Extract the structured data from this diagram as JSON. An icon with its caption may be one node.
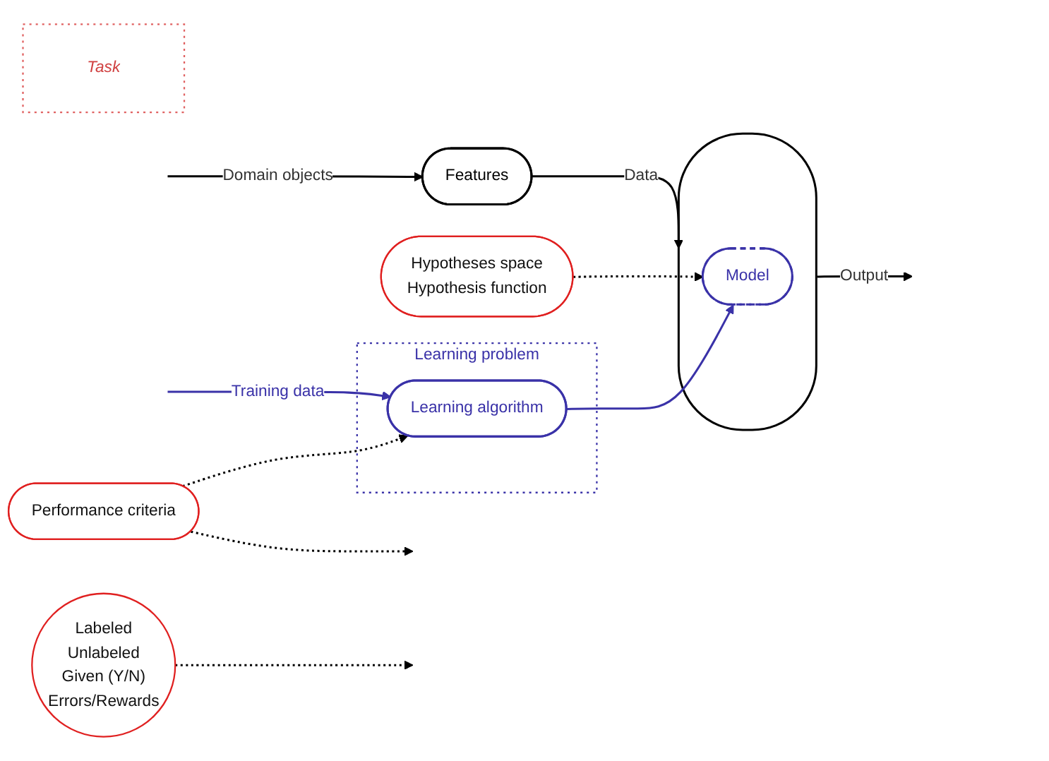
{
  "diagram": {
    "nodes": [
      {
        "text": [
          "Hypotheses space",
          "Hypothesis function"
        ]
      },
      {
        "text": [
          "Task"
        ]
      },
      {
        "text": [
          "Learning problem"
        ]
      },
      {
        "text": [
          "Features"
        ]
      },
      {
        "text": [],
        "shape": "ellipse"
      },
      {
        "text": [
          "Model"
        ],
        "in": 4
      },
      {
        "text": [
          "Learning algorithm"
        ],
        "in": 2
      },
      {
        "text": [
          "Labeled",
          "Unlabeled",
          "Given (Y/N)",
          "Errors/Rewards"
        ]
      },
      {
        "text": [
          "Performance criteria"
        ]
      }
    ],
    "edges": [
      {
        "from": null,
        "to": 3,
        "arrow": "to",
        "label": "Domain objects"
      },
      {
        "from": 3,
        "to": 4,
        "arrow": "to",
        "label": "Data"
      },
      {
        "from": 4,
        "to": null,
        "arrow": "to",
        "label": "Output"
      },
      {
        "from": null,
        "to": 6,
        "arrow": "to",
        "label": "Training data",
        "color": "#3a32a8"
      },
      {
        "from": 6,
        "to": 5,
        "arrow": "to",
        "color": "#3a32a8"
      },
      {
        "from": 0,
        "to": 5,
        "arrow": "to",
        "style": "dashed"
      },
      {
        "from": 7,
        "to": null,
        "arrow": "to",
        "style": "dashed"
      },
      {
        "from": 8,
        "to": null,
        "arrow": "to",
        "style": "dashed"
      },
      {
        "from": 8,
        "to": 6,
        "arrow": "to",
        "style": "dashed"
      }
    ]
  }
}
